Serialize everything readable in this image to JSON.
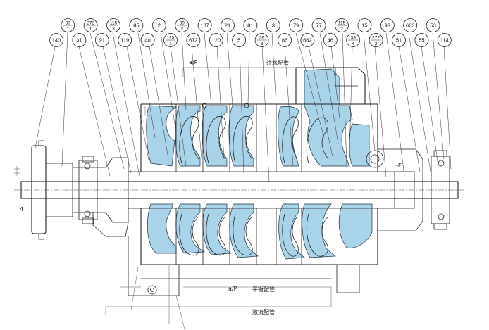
{
  "callouts": [
    {
      "id": "c140",
      "num": "140"
    },
    {
      "id": "c39_1",
      "num": "39",
      "sub": "1"
    },
    {
      "id": "c31",
      "num": "31"
    },
    {
      "id": "c272_1",
      "num": "272",
      "sub": "1"
    },
    {
      "id": "c91",
      "num": "91"
    },
    {
      "id": "c115_3",
      "num": "115",
      "sub": "3"
    },
    {
      "id": "c119",
      "num": "119"
    },
    {
      "id": "c85",
      "num": "85"
    },
    {
      "id": "c40",
      "num": "40"
    },
    {
      "id": "c2",
      "num": "2"
    },
    {
      "id": "c115_1",
      "num": "115",
      "sub": "1"
    },
    {
      "id": "c39_2",
      "num": "39",
      "sub": "2"
    },
    {
      "id": "c672",
      "num": "672"
    },
    {
      "id": "c107",
      "num": "107"
    },
    {
      "id": "c120",
      "num": "120"
    },
    {
      "id": "c21",
      "num": "21"
    },
    {
      "id": "c5",
      "num": "5"
    },
    {
      "id": "c81",
      "num": "81"
    },
    {
      "id": "c39_3",
      "num": "39",
      "sub": "3"
    },
    {
      "id": "c3",
      "num": "3"
    },
    {
      "id": "c86",
      "num": "86"
    },
    {
      "id": "c79",
      "num": "79"
    },
    {
      "id": "c662",
      "num": "662"
    },
    {
      "id": "c77",
      "num": "77"
    },
    {
      "id": "c46",
      "num": "46"
    },
    {
      "id": "c115_2",
      "num": "115",
      "sub": "2"
    },
    {
      "id": "c39_4",
      "num": "39",
      "sub": "4"
    },
    {
      "id": "c15",
      "num": "15"
    },
    {
      "id": "c272_2",
      "num": "272",
      "sub": "2"
    },
    {
      "id": "c93",
      "num": "93"
    },
    {
      "id": "c51",
      "num": "51"
    },
    {
      "id": "c663",
      "num": "663"
    },
    {
      "id": "c55",
      "num": "55"
    },
    {
      "id": "c53",
      "num": "53"
    },
    {
      "id": "c114",
      "num": "114"
    }
  ],
  "labels": {
    "water_injection_pipe": "注水配管",
    "balance_pipe": "平衡配管",
    "flush_pipe": "激流配管",
    "mark_ap": "a∕P",
    "mark_ap_bottom": "a∕P",
    "mark_e": "-E",
    "mark_4": "4"
  },
  "colors": {
    "casing_fill": "#a9d3e8",
    "line": "#222222"
  }
}
